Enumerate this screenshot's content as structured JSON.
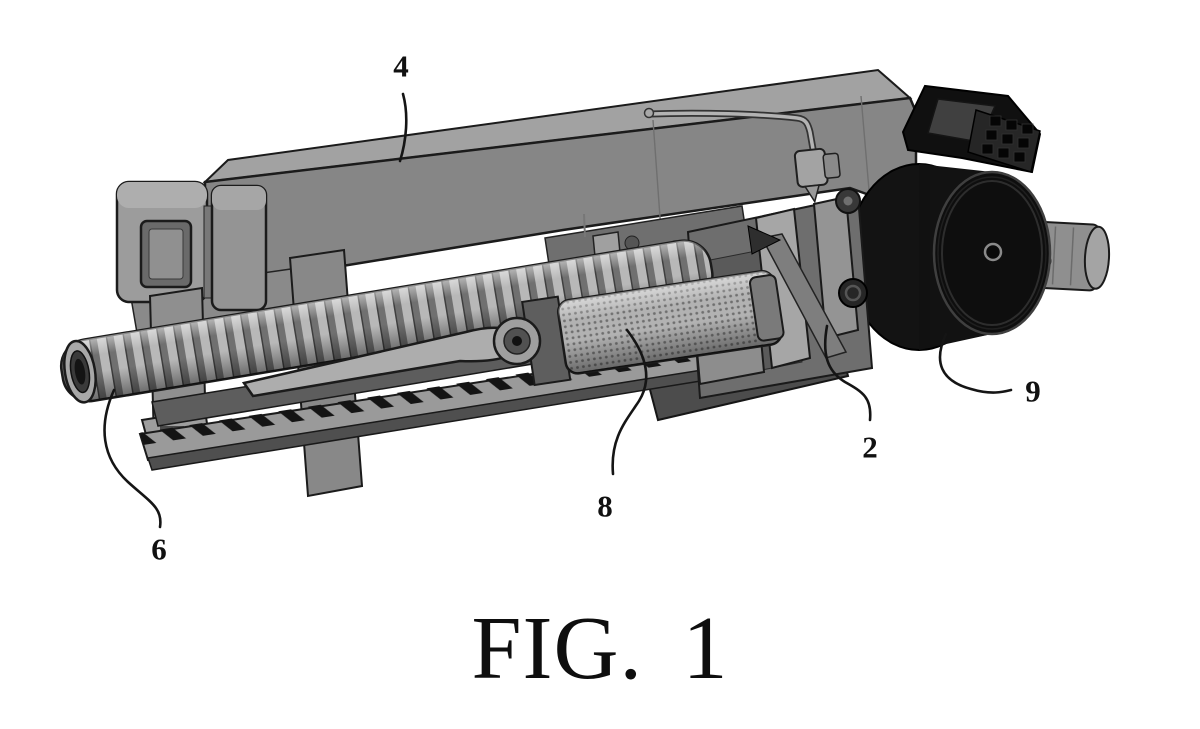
{
  "figure": {
    "caption": "FIG. 1",
    "labels": [
      {
        "text": "4"
      },
      {
        "text": "6"
      },
      {
        "text": "8"
      },
      {
        "text": "2"
      },
      {
        "text": "9"
      }
    ],
    "colors": {
      "background": "#ffffff",
      "line": "#1a1a1a",
      "body_gray": "#8a8a8a",
      "top_gray": "#a2a2a2",
      "shadow_gray": "#5d5d5d",
      "drum_black": "#101010"
    }
  }
}
